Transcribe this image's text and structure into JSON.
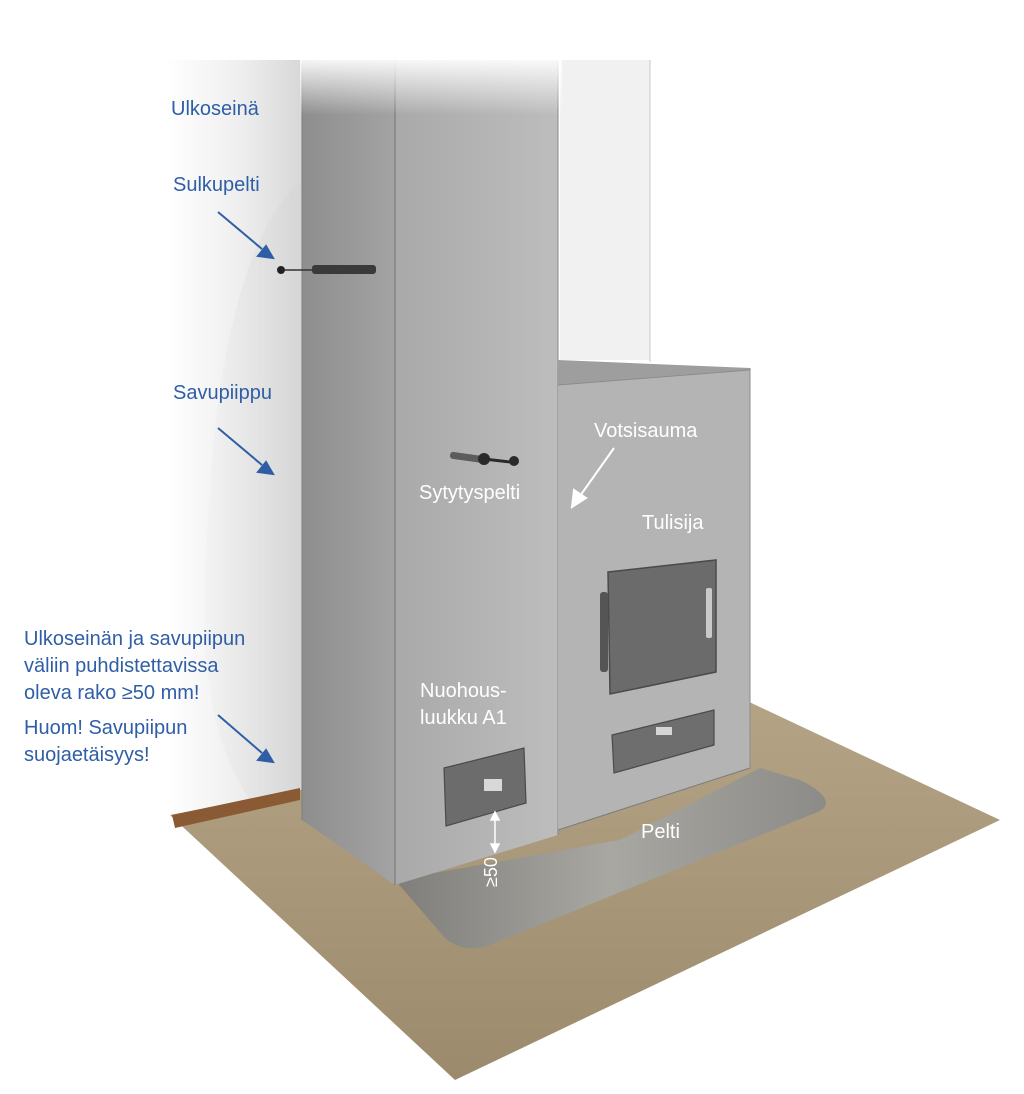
{
  "colors": {
    "label_blue": "#2f5ea6",
    "label_white": "#ffffff",
    "chimney_front": "#9c9c9c",
    "chimney_side": "#b2b2b2",
    "floor": "#a8967a",
    "plate": "#8f8d88",
    "door": "#6e6e6e"
  },
  "labels": {
    "ulkoseina": "Ulkoseinä",
    "sulkupelti": "Sulkupelti",
    "savupiippu": "Savupiippu",
    "rako_line1": "Ulkoseinän ja savupiipun",
    "rako_line2": "väliin puhdistettavissa",
    "rako_line3": "oleva rako ≥50 mm!",
    "huom_line1": "Huom! Savupiipun",
    "huom_line2": "suojaetäisyys!",
    "votsisauma": "Votsisauma",
    "sytytyspelti": "Sytytyspelti",
    "tulisija": "Tulisija",
    "nuohous_line1": "Nuohous-",
    "nuohous_line2": "luukku A1",
    "pelti": "Pelti",
    "clearance": "≥50"
  },
  "icons": [
    "arrow-icon",
    "damper-handle-icon",
    "door-handle-icon",
    "dimension-arrow-icon"
  ]
}
